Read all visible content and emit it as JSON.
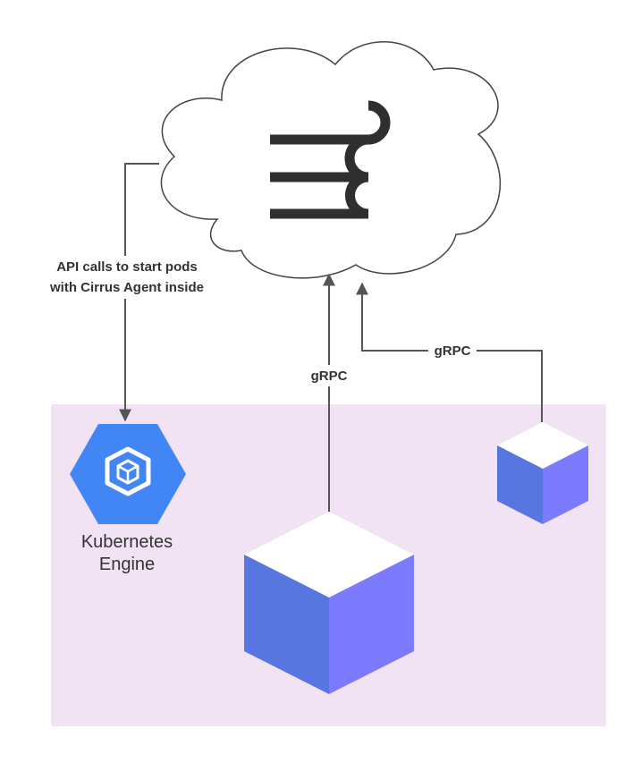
{
  "diagram": {
    "cloud_logo_icon": "cirrus-ci-logo-icon",
    "gke_icon": "kubernetes-engine-hexagon-icon",
    "cluster_region_color": "#f1e3f4",
    "hexagon_color": "#4285f4",
    "cube_front_color": "#5876e0",
    "cube_side_color": "#7d7bfd",
    "labels": {
      "api_line1": "API calls to start pods",
      "api_line2": "with Cirrus Agent inside",
      "grpc_large": "gRPC",
      "grpc_small": "gRPC",
      "gke_line1": "Kubernetes",
      "gke_line2": "Engine"
    }
  }
}
